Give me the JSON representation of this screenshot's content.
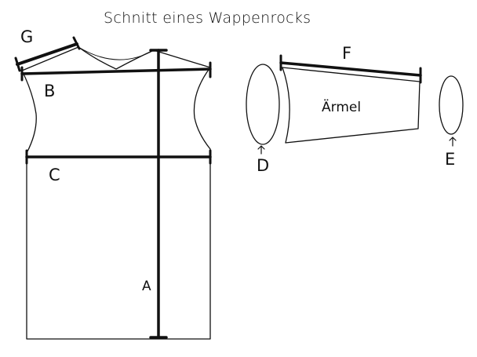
{
  "title": "Schnitt eines Wappenrocks",
  "labels": {
    "a": "A",
    "b": "B",
    "c": "C",
    "d": "D",
    "e": "E",
    "f": "F",
    "g": "G",
    "sleeve": "Ärmel"
  }
}
